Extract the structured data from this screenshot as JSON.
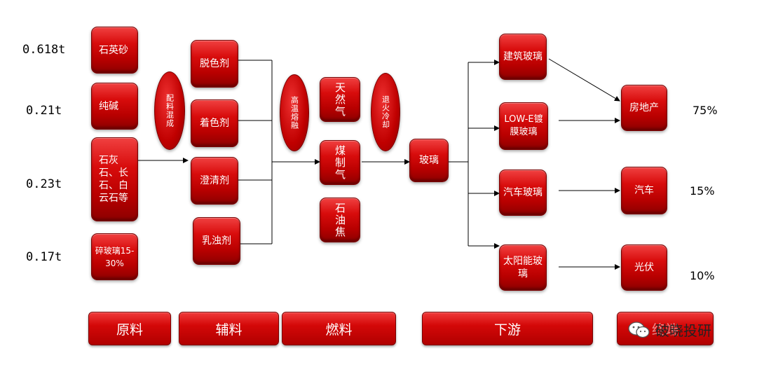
{
  "ratios": [
    "0.618t",
    "0.21t",
    "0.23t",
    "0.17t"
  ],
  "raw": [
    "石英砂",
    "纯碱",
    "石灰石、长石、白云石等",
    "碎玻璃15-30%"
  ],
  "process_1": "配料混成",
  "auxiliary": [
    "脱色剂",
    "着色剂",
    "澄清剂",
    "乳浊剂"
  ],
  "process_2": "高温熔融",
  "fuels": [
    "天然气",
    "煤制气",
    "石油焦"
  ],
  "process_3": "退火冷却",
  "product": "玻璃",
  "glass_types": [
    "建筑玻璃",
    "LOW-E镀膜玻璃",
    "汽车玻璃",
    "太阳能玻璃"
  ],
  "end_uses": [
    "房地产",
    "汽车",
    "光伏"
  ],
  "shares": [
    "75%",
    "15%",
    "10%"
  ],
  "categories": [
    "原料",
    "辅料",
    "燃料",
    "下游",
    "终端"
  ],
  "watermark": "破晓投研",
  "colors": {
    "box": "#d80c0c",
    "line": "#000000"
  }
}
